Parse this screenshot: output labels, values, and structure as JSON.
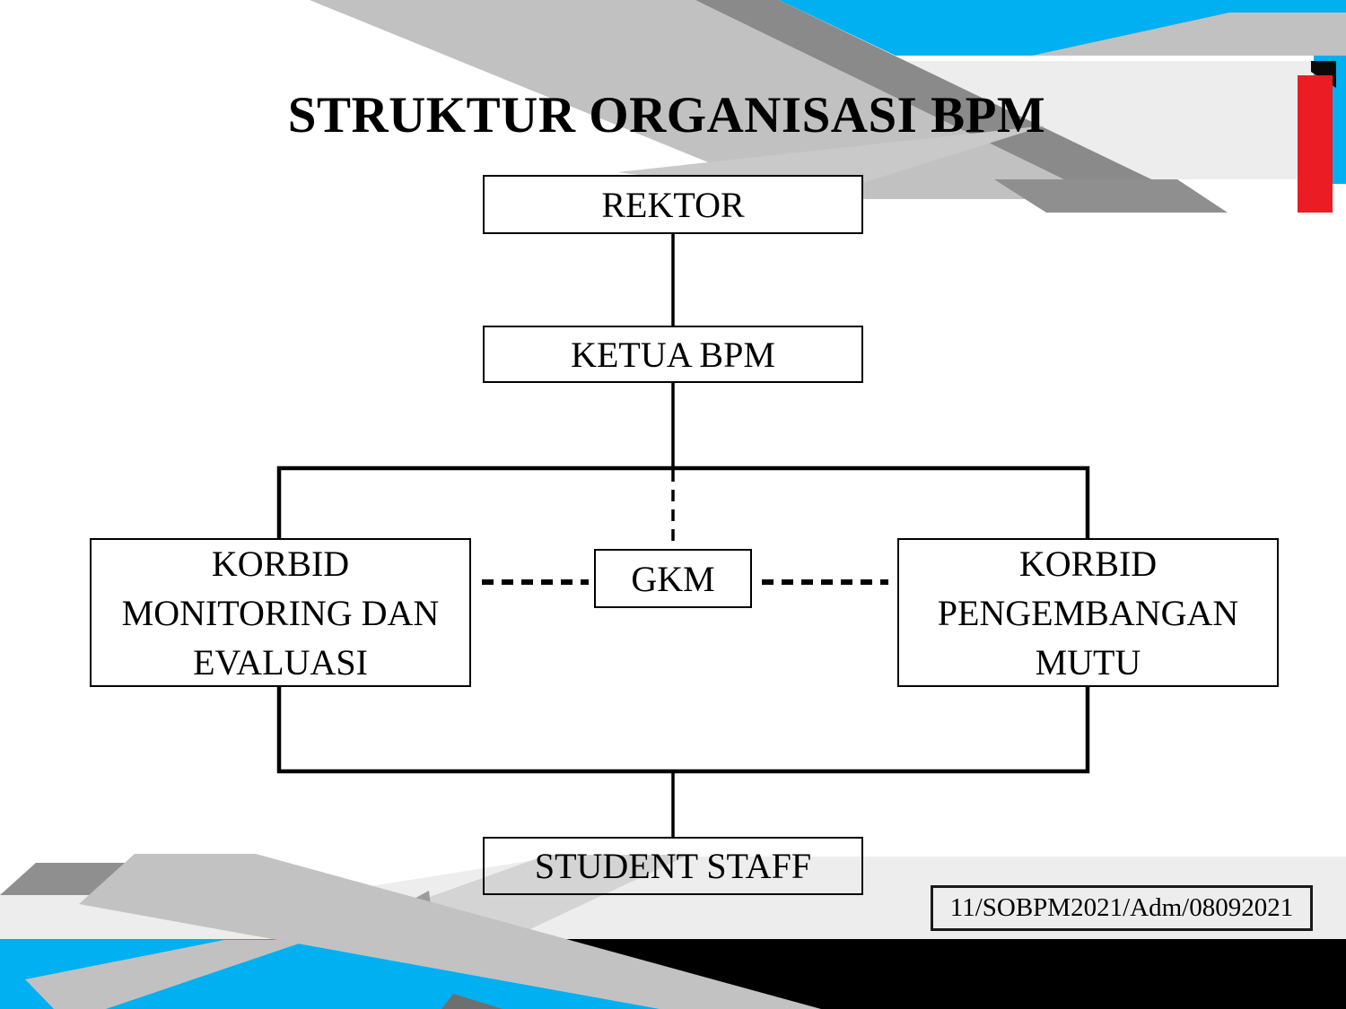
{
  "slide": {
    "title": "STRUKTUR ORGANISASI BPM",
    "doc_code": "11/SOBPM2021/Adm/08092021"
  },
  "org_chart": {
    "nodes": {
      "rektor": {
        "label": "REKTOR"
      },
      "ketua_bpm": {
        "label": "KETUA BPM"
      },
      "gkm": {
        "label": "GKM"
      },
      "korbid_monev": {
        "label": "KORBID\nMONITORING DAN\nEVALUASI"
      },
      "korbid_pengembangan": {
        "label": "KORBID\nPENGEMBANGAN\nMUTU"
      },
      "student_staff": {
        "label": "STUDENT STAFF"
      }
    },
    "edges": [
      {
        "from": "REKTOR",
        "to": "KETUA BPM",
        "style": "solid"
      },
      {
        "from": "KETUA BPM",
        "to": "KORBID MONITORING DAN EVALUASI",
        "style": "solid"
      },
      {
        "from": "KETUA BPM",
        "to": "KORBID PENGEMBANGAN MUTU",
        "style": "solid"
      },
      {
        "from": "KETUA BPM",
        "to": "GKM",
        "style": "dashed"
      },
      {
        "from": "KORBID MONITORING DAN EVALUASI",
        "to": "GKM",
        "style": "dashed"
      },
      {
        "from": "KORBID PENGEMBANGAN MUTU",
        "to": "GKM",
        "style": "dashed"
      },
      {
        "from": "KORBID MONITORING DAN EVALUASI",
        "to": "STUDENT STAFF",
        "style": "solid"
      },
      {
        "from": "KORBID PENGEMBANGAN MUTU",
        "to": "STUDENT STAFF",
        "style": "solid"
      }
    ]
  },
  "colors": {
    "accent_cyan": "#00B0F0",
    "accent_red": "#EC1C24",
    "silver": "#C1C1C1",
    "dark_gray": "#8A8A8A",
    "band_gray": "#EDEDED",
    "black": "#000000",
    "ink": "#000000"
  }
}
